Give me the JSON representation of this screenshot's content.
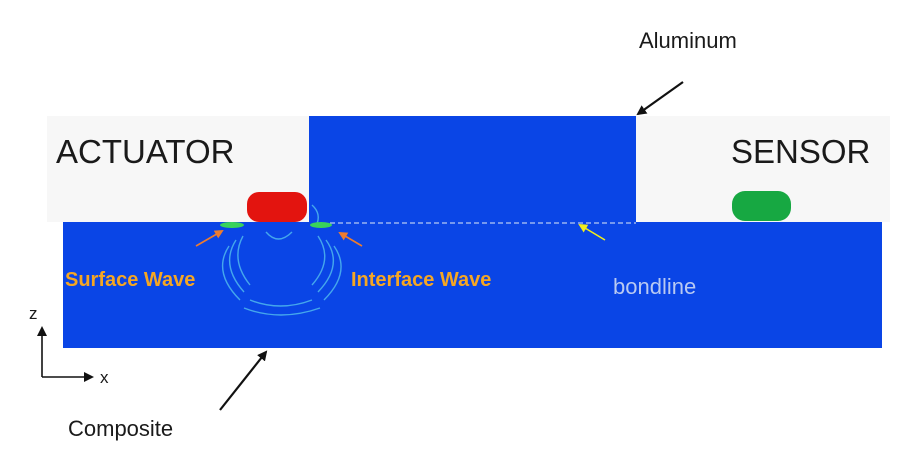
{
  "labels": {
    "aluminum": "Aluminum",
    "actuator": "ACTUATOR",
    "sensor": "SENSOR",
    "surface_wave": "Surface Wave",
    "interface_wave": "Interface Wave",
    "bondline": "bondline",
    "composite": "Composite",
    "axis_z": "z",
    "axis_x": "x"
  },
  "colors": {
    "panel": "#f7f7f7",
    "aluminum": "#0a45e6",
    "composite": "#0a45e6",
    "actuator": "#e3140f",
    "sensor": "#17a842",
    "wave_label": "#f5a623",
    "bondline": "#b8c9f2",
    "bondline_arrow": "#f2ee1a",
    "wave_arrow": "#ee7c2e",
    "wave_ripple": "#58c8ee"
  },
  "icons": {
    "actuator_patch": "rounded-rect",
    "sensor_patch": "rounded-rect",
    "callout_arrow": "arrow"
  }
}
